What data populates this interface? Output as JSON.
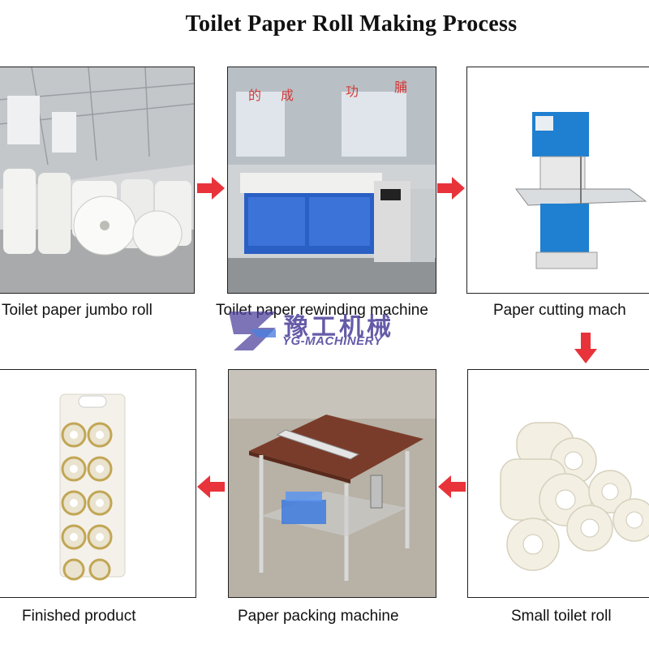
{
  "title": "Toilet Paper Roll Making Process",
  "steps": [
    {
      "label": "Toilet paper jumbo roll",
      "image": "jumbo-roll-warehouse-photo"
    },
    {
      "label": "Toilet paper rewinding machine",
      "image": "rewinding-machine-photo"
    },
    {
      "label": "Paper cutting mach",
      "image": "band-saw-cutting-machine-photo"
    },
    {
      "label": "Small toilet roll",
      "image": "small-toilet-rolls-photo"
    },
    {
      "label": "Paper packing machine",
      "image": "packing-machine-photo"
    },
    {
      "label": "Finished product",
      "image": "packaged-toilet-rolls-photo"
    }
  ],
  "watermark": {
    "cn": "豫工机械",
    "en": "YG-MACHINERY"
  },
  "colors": {
    "arrow": "#e8333a",
    "border": "#222222",
    "watermark": "#4a3f9a"
  }
}
